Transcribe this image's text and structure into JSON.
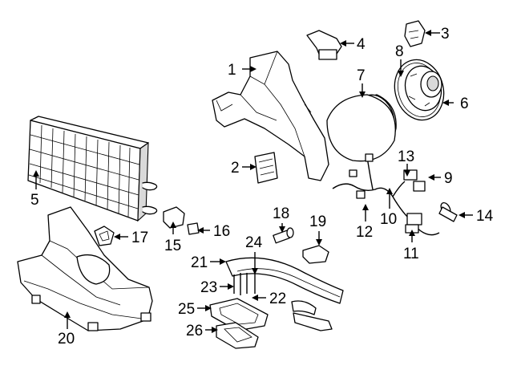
{
  "callouts": {
    "c1": "1",
    "c2": "2",
    "c3": "3",
    "c4": "4",
    "c5": "5",
    "c6": "6",
    "c7": "7",
    "c8": "8",
    "c9": "9",
    "c10": "10",
    "c11": "11",
    "c12": "12",
    "c13": "13",
    "c14": "14",
    "c15": "15",
    "c16": "16",
    "c17": "17",
    "c18": "18",
    "c19": "19",
    "c20": "20",
    "c21": "21",
    "c22": "22",
    "c23": "23",
    "c24": "24",
    "c25": "25",
    "c26": "26"
  },
  "colors": {
    "line": "#000000",
    "background": "#ffffff",
    "shade": "#d9d9d9"
  }
}
